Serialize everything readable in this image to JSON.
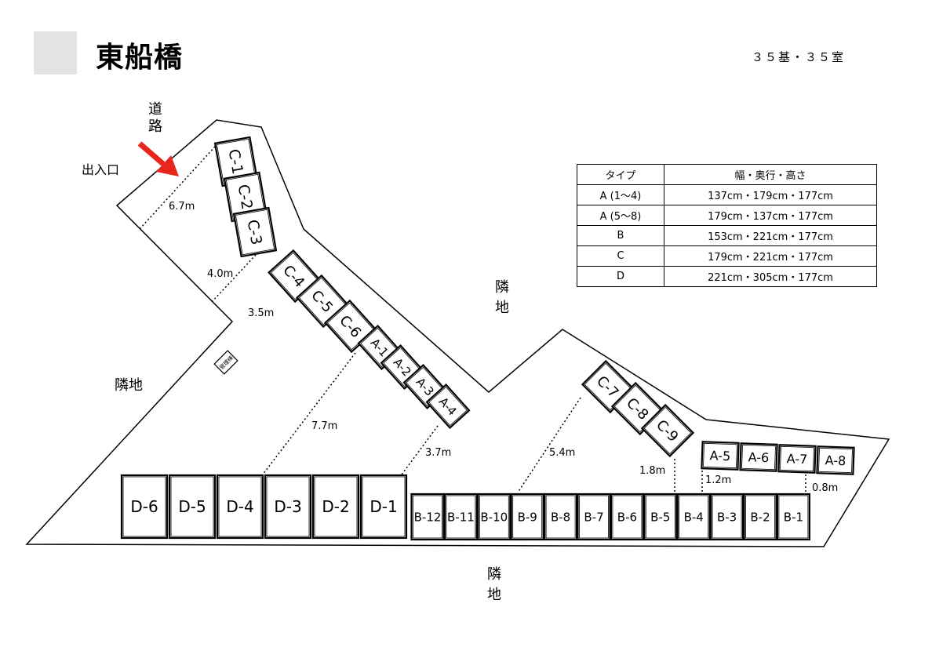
{
  "header": {
    "title": "東船橋",
    "count": "３５基・３５室"
  },
  "labels": {
    "road": [
      "道",
      "路"
    ],
    "entrance": "出入口",
    "neighbor_top": [
      "隣",
      "地"
    ],
    "neighbor_left": "隣地",
    "neighbor_bottom": [
      "隣",
      "地"
    ],
    "office": "管理棟"
  },
  "spec_table": {
    "headers": [
      "タイプ",
      "幅・奥行・高さ"
    ],
    "rows": [
      [
        "A (1〜4)",
        "137cm・179cm・177cm"
      ],
      [
        "A (5〜8)",
        "179cm・137cm・177cm"
      ],
      [
        "B",
        "153cm・221cm・177cm"
      ],
      [
        "C",
        "179cm・221cm・177cm"
      ],
      [
        "D",
        "221cm・305cm・177cm"
      ]
    ]
  },
  "distances": {
    "d1": "6.7m",
    "d2": "4.0m",
    "d3": "3.5m",
    "d4": "7.7m",
    "d5": "3.7m",
    "d6": "5.4m",
    "d7": "1.8m",
    "d8": "1.2m",
    "d9": "0.8m"
  },
  "units": {
    "c_top": [
      "C-1",
      "C-2",
      "C-3"
    ],
    "c_mid": [
      "C-4",
      "C-5",
      "C-6"
    ],
    "a_diag": [
      "A-1",
      "A-2",
      "A-3",
      "A-4"
    ],
    "c_right": [
      "C-7",
      "C-8",
      "C-9"
    ],
    "a_right": [
      "A-5",
      "A-6",
      "A-7",
      "A-8"
    ],
    "d_row": [
      "D-6",
      "D-5",
      "D-4",
      "D-3",
      "D-2",
      "D-1"
    ],
    "b_row": [
      "B-12",
      "B-11",
      "B-10",
      "B-9",
      "B-8",
      "B-7",
      "B-6",
      "B-5",
      "B-4",
      "B-3",
      "B-2",
      "B-1"
    ]
  },
  "colors": {
    "arrow": "#e8251c",
    "header_box": "#e3e3e3"
  }
}
